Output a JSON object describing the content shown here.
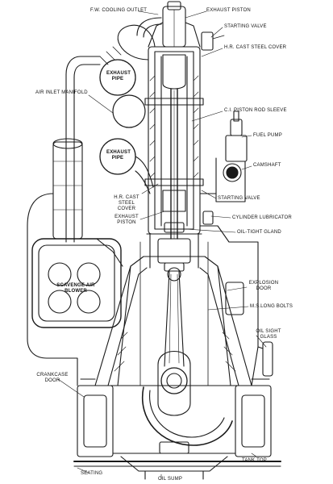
{
  "labels": {
    "fw_cooling_outlet": "F.W. COOLING OUTLET",
    "exhaust_piston_top": "EXHAUST PISTON",
    "starting_valve_top": "STARTING VALVE",
    "exhaust_pipe_upper": "EXHAUST PIPE",
    "hr_cast_steel_cover_top": "H.R. CAST STEEL COVER",
    "air_inlet_manifold": "AIR INLET MANIFOLD",
    "ci_piston_rod_sleeve": "C.I. PISTON ROD SLEEVE",
    "fuel_pump": "FUEL PUMP",
    "exhaust_pipe_lower": "EXHAUST PIPE",
    "camshaft": "CAMSHAFT",
    "hr_cast_steel_cover_low": "H.R. CAST STEEL COVER",
    "starting_valve_low": "STARTING VALVE",
    "exhaust_piston_low": "EXHAUST PISTON",
    "cylinder_lubricator": "CYLINDER LUBRICATOR",
    "oil_tight_gland": "OIL-TIGHT GLAND",
    "scavenge_air_blower": "SCAVENGE AIR BLOWER",
    "explosion_door": "EXPLOSION DOOR",
    "ms_long_bolts": "M.S.LONG BOLTS",
    "oil_sight_glass": "OIL SIGHT GLASS",
    "crankcase_door": "CRANKCASE DOOR",
    "tank_top": "TANK TOP",
    "seating": "SEATING",
    "oil_sump": "OIL SUMP"
  }
}
